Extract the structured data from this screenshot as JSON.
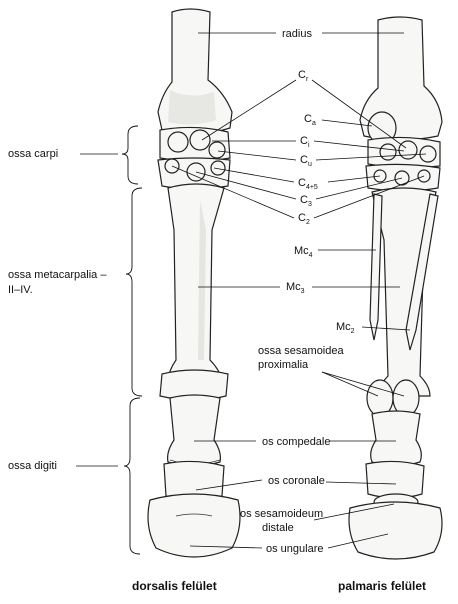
{
  "left_labels": {
    "carpi": "ossa carpi",
    "metacarpalia_1": "ossa metacarpalia –",
    "metacarpalia_2": "II–IV.",
    "digiti": "ossa digiti"
  },
  "center_labels": {
    "radius": "radius",
    "cr": {
      "base": "C",
      "sub": "r"
    },
    "ca": {
      "base": "C",
      "sub": "a"
    },
    "ci": {
      "base": "C",
      "sub": "i"
    },
    "cu": {
      "base": "C",
      "sub": "u"
    },
    "c45": {
      "base": "C",
      "sub": "4+5"
    },
    "c3": {
      "base": "C",
      "sub": "3"
    },
    "c2": {
      "base": "C",
      "sub": "2"
    },
    "mc4": {
      "base": "Mc",
      "sub": "4"
    },
    "mc3": {
      "base": "Mc",
      "sub": "3"
    },
    "mc2": {
      "base": "Mc",
      "sub": "2"
    },
    "sesamoidea_1": "ossa sesamoidea",
    "sesamoidea_2": "proximalia",
    "compedale": "os compedale",
    "coronale": "os coronale",
    "sesamoideum_1": "os sesamoideum",
    "sesamoideum_2": "distale",
    "ungulare": "os ungulare"
  },
  "captions": {
    "dorsal": "dorsalis felület",
    "palmar": "palmaris felület"
  }
}
